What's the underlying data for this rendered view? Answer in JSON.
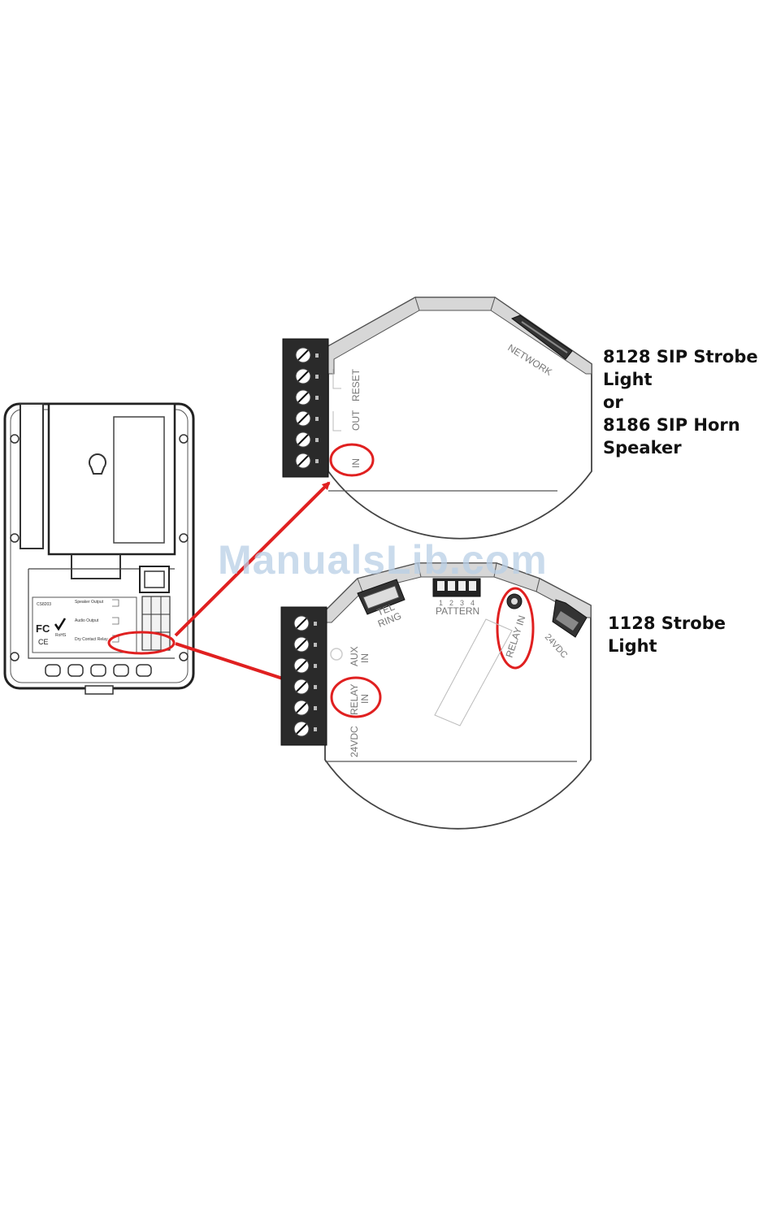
{
  "watermark": "ManualsLib.com",
  "callouts": {
    "top": [
      "8128 SIP Strobe",
      "Light",
      "or",
      "8186 SIP Horn",
      "Speaker"
    ],
    "bottom": [
      "1128 Strobe",
      "Light"
    ]
  },
  "top_detail": {
    "network": "NETWORK",
    "reset": "RESET",
    "out": "OUT",
    "in": "IN"
  },
  "bottom_detail": {
    "tel_ring": [
      "TEL",
      "RING"
    ],
    "pattern_numbers": [
      "1",
      "2",
      "3",
      "4"
    ],
    "pattern": "PATTERN",
    "relay_in_right": "RELAY IN",
    "dc_right": "24VDC",
    "aux_in": [
      "AUX",
      "IN"
    ],
    "relay_in_left": [
      "RELAY",
      "IN"
    ],
    "dc_left": "24VDC"
  },
  "device_label": {
    "speaker_output": "Speaker Output",
    "audio_output": "Audio Output",
    "dry_contact": "Dry Contact Relay",
    "rohs": "RoHS",
    "fc": "FC",
    "ce": "CE"
  },
  "colors": {
    "highlight": "#e02020",
    "watermark": "#b9cfe6"
  }
}
